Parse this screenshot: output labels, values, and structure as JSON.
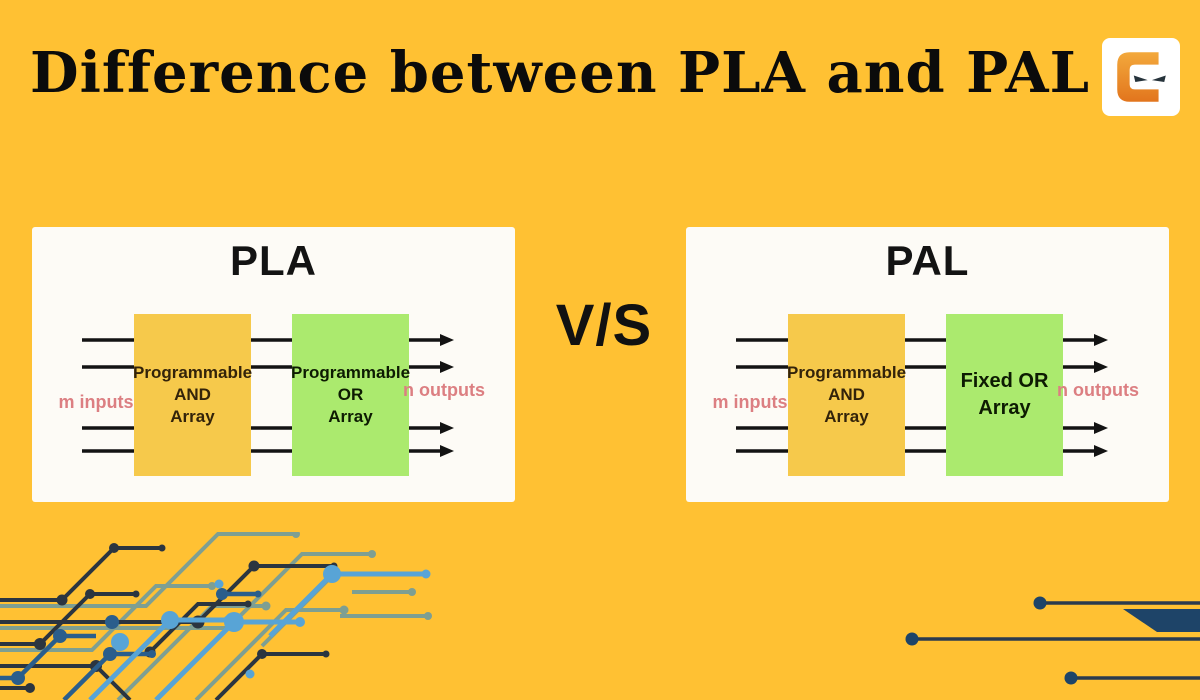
{
  "header": {
    "title": "Difference between PLA and PAL"
  },
  "vs_label": "V/S",
  "logo": {
    "icon": "ninja-c-icon"
  },
  "pla": {
    "title": "PLA",
    "and_box": [
      "Programmable",
      "AND",
      "Array"
    ],
    "or_box": [
      "Programmable",
      "OR",
      "Array"
    ],
    "input_label": "m inputs",
    "output_label": [
      "n",
      "outputs"
    ]
  },
  "pal": {
    "title": "PAL",
    "and_box": [
      "Programmable",
      "AND",
      "Array"
    ],
    "or_box": [
      "Fixed OR",
      "Array"
    ],
    "input_label": "m inputs",
    "output_label": [
      "n",
      "outputs"
    ]
  },
  "colors": {
    "background": "#FFC133",
    "card": "#FDFBF6",
    "and_box": "#F6C94B",
    "or_box": "#ABEA6E",
    "pin_label": "#DC7F82",
    "wire": "#131313",
    "logo_orange_top": "#F3A93C",
    "logo_orange_bottom": "#E2751D",
    "circuit_ink": "#2B3540",
    "circuit_navy": "#2A5E8C",
    "circuit_blue": "#58A4D6",
    "circuit_teal": "#7E9F92"
  }
}
